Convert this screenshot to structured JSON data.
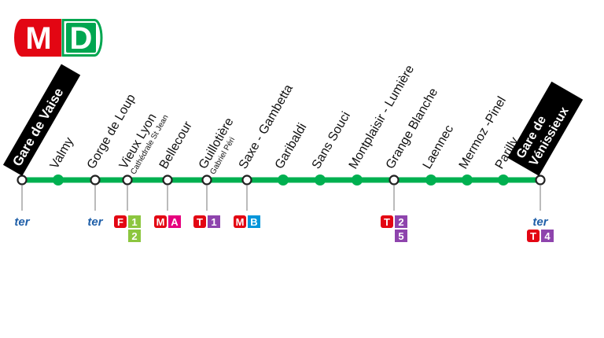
{
  "logo": {
    "metro_letter": "M",
    "line_letter": "D",
    "metro_color": "#e30613",
    "line_color": "#00a650"
  },
  "line": {
    "color": "#00b050",
    "stations": [
      {
        "name": "Gare de Vaise",
        "terminus": true,
        "interchange": true
      },
      {
        "name": "Valmy",
        "interchange": false
      },
      {
        "name": "Gorge de Loup",
        "interchange": true
      },
      {
        "name": "Vieux Lyon",
        "sub": "Cathédrale St Jean",
        "interchange": true
      },
      {
        "name": "Bellecour",
        "interchange": true
      },
      {
        "name": "Guillotière",
        "sub": "Gabriel Péri",
        "interchange": true
      },
      {
        "name": "Saxe - Gambetta",
        "interchange": true
      },
      {
        "name": "Garibaldi",
        "interchange": false
      },
      {
        "name": "Sans Souci",
        "interchange": false
      },
      {
        "name": "Montplaisir - Lumière",
        "interchange": false
      },
      {
        "name": "Grange Blanche",
        "interchange": true
      },
      {
        "name": "Laennec",
        "interchange": false
      },
      {
        "name": "Mermoz -Pinel",
        "interchange": false
      },
      {
        "name": "Parilly",
        "interchange": false
      },
      {
        "name": "Gare de Vénissieux",
        "terminus": true,
        "interchange": true
      }
    ]
  },
  "connections": [
    {
      "station": "Gare de Vaise",
      "rows": [
        [
          {
            "type": "ter",
            "text": "ter"
          }
        ]
      ]
    },
    {
      "station": "Gorge de Loup",
      "rows": [
        [
          {
            "type": "ter",
            "text": "ter"
          }
        ]
      ]
    },
    {
      "station": "Vieux Lyon",
      "rows": [
        [
          {
            "text": "F",
            "bg": "#e30613"
          },
          {
            "text": "1",
            "bg": "#8cc63f"
          }
        ],
        [
          {
            "text": "",
            "bg": "none"
          },
          {
            "text": "2",
            "bg": "#8cc63f"
          }
        ]
      ]
    },
    {
      "station": "Bellecour",
      "rows": [
        [
          {
            "text": "M",
            "bg": "#e30613"
          },
          {
            "text": "A",
            "bg": "#e6007e"
          }
        ]
      ]
    },
    {
      "station": "Guillotière",
      "rows": [
        [
          {
            "text": "T",
            "bg": "#e30613"
          },
          {
            "text": "1",
            "bg": "#8e44ad"
          }
        ]
      ]
    },
    {
      "station": "Saxe - Gambetta",
      "rows": [
        [
          {
            "text": "M",
            "bg": "#e30613"
          },
          {
            "text": "B",
            "bg": "#0095da"
          }
        ]
      ]
    },
    {
      "station": "Grange Blanche",
      "rows": [
        [
          {
            "text": "T",
            "bg": "#e30613"
          },
          {
            "text": "2",
            "bg": "#8e44ad"
          }
        ],
        [
          {
            "text": "",
            "bg": "none"
          },
          {
            "text": "5",
            "bg": "#8e44ad"
          }
        ]
      ]
    },
    {
      "station": "Gare de Vénissieux",
      "rows": [
        [
          {
            "type": "ter",
            "text": "ter"
          }
        ],
        [
          {
            "text": "T",
            "bg": "#e30613"
          },
          {
            "text": "4",
            "bg": "#8e44ad"
          }
        ]
      ]
    }
  ]
}
